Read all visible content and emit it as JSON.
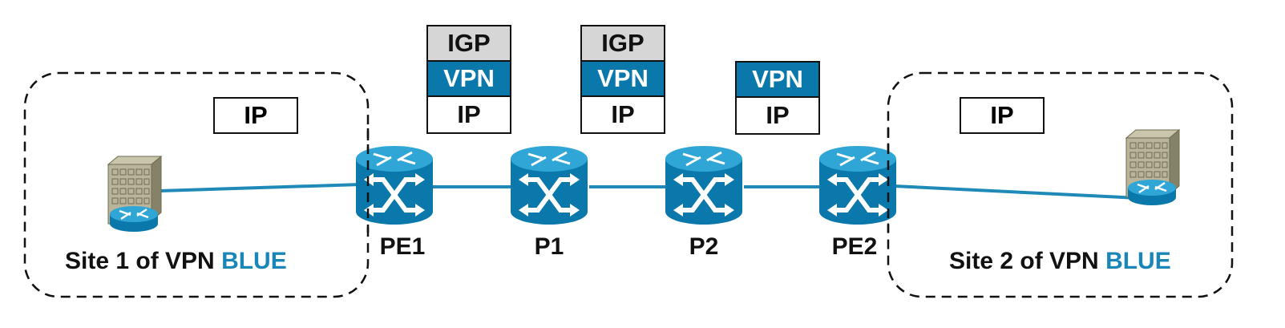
{
  "colors": {
    "router_body": "#0a78ab",
    "router_top": "#2fa6d6",
    "link": "#1f8ab8",
    "vpn_label": "#0a78ab",
    "igp_label": "#d6d6d6",
    "blue_text": "#1a86b8",
    "building": "#b9b59a"
  },
  "sites": [
    {
      "id": "site1",
      "label_prefix": "Site 1 of VPN",
      "label_accent": "BLUE",
      "packet": [
        "IP"
      ]
    },
    {
      "id": "site2",
      "label_prefix": "Site 2 of VPN",
      "label_accent": "BLUE",
      "packet": [
        "IP"
      ]
    }
  ],
  "routers": [
    {
      "id": "PE1",
      "label": "PE1",
      "packet": [
        "IGP",
        "VPN",
        "IP"
      ]
    },
    {
      "id": "P1",
      "label": "P1",
      "packet": [
        "IGP",
        "VPN",
        "IP"
      ]
    },
    {
      "id": "P2",
      "label": "P2",
      "packet": [
        "VPN",
        "IP"
      ]
    },
    {
      "id": "PE2",
      "label": "PE2",
      "packet": []
    }
  ],
  "icons": {
    "site_device": "building-with-router-icon",
    "core_device": "switch-router-icon"
  }
}
